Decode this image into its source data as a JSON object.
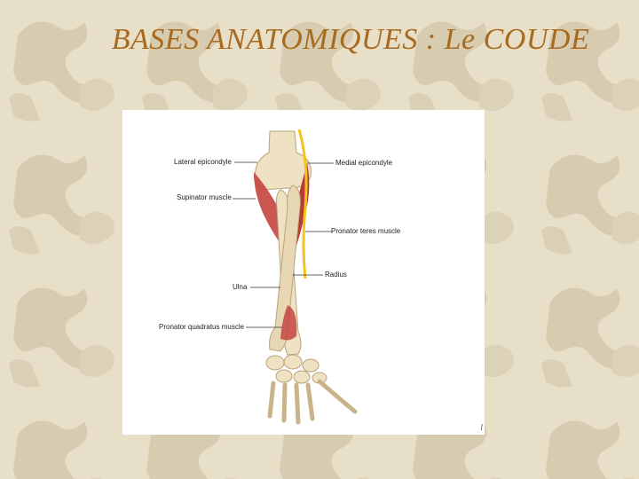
{
  "slide": {
    "title": "BASES ANATOMIQUES : Le COUDE"
  },
  "figure": {
    "labels": {
      "lateral_epicondyle": "Lateral epicondyle",
      "medial_epicondyle": "Medial epicondyle",
      "supinator_muscle": "Supinator muscle",
      "pronator_teres_muscle": "Pronator teres muscle",
      "radius": "Radius",
      "ulna": "Ulna",
      "pronator_quadratus_muscle": "Pronator quadratus muscle"
    },
    "credit": "l"
  },
  "colors": {
    "title": "#a86a1e",
    "background": "#e8dfc8",
    "bone": "#efe2c2",
    "muscle": "#c4453f",
    "nerve": "#f2c41c"
  }
}
